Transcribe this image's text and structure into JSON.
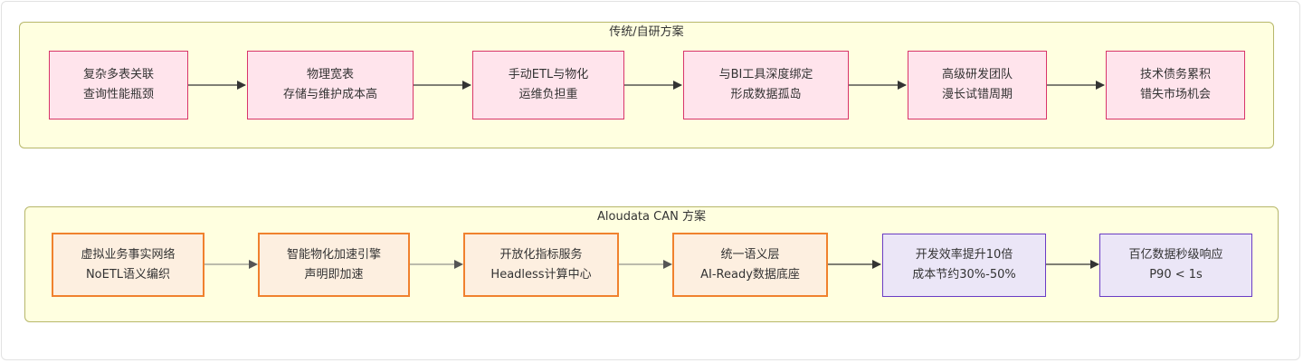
{
  "traditional": {
    "title": "传统/自研方案",
    "nodes": [
      {
        "line1": "复杂多表关联",
        "line2": "查询性能瓶颈"
      },
      {
        "line1": "物理宽表",
        "line2": "存储与维护成本高"
      },
      {
        "line1": "手动ETL与物化",
        "line2": "运维负担重"
      },
      {
        "line1": "与BI工具深度绑定",
        "line2": "形成数据孤岛"
      },
      {
        "line1": "高级研发团队",
        "line2": "漫长试错周期"
      },
      {
        "line1": "技术债务累积",
        "line2": "错失市场机会"
      }
    ]
  },
  "aloudata": {
    "title": "Aloudata CAN 方案",
    "nodes": [
      {
        "line1": "虚拟业务事实网络",
        "line2": "NoETL语义编织"
      },
      {
        "line1": "智能物化加速引擎",
        "line2": "声明即加速"
      },
      {
        "line1": "开放化指标服务",
        "line2": "Headless计算中心"
      },
      {
        "line1": "统一语义层",
        "line2": "AI-Ready数据底座"
      },
      {
        "line1": "开发效率提升10倍",
        "line2": "成本节约30%-50%"
      },
      {
        "line1": "百亿数据秒级响应",
        "line2": "P90 < 1s"
      }
    ]
  },
  "colors": {
    "group_fill": "#ffffe0",
    "group_border": "#b7b76a",
    "pain_fill": "#ffe4ec",
    "pain_border": "#d8356a",
    "feature_fill": "#fdefe0",
    "feature_border": "#f0812e",
    "outcome_fill": "#ebe6f7",
    "outcome_border": "#6a3cc4",
    "arrow_dark": "#333333",
    "arrow_light": "#666666"
  }
}
